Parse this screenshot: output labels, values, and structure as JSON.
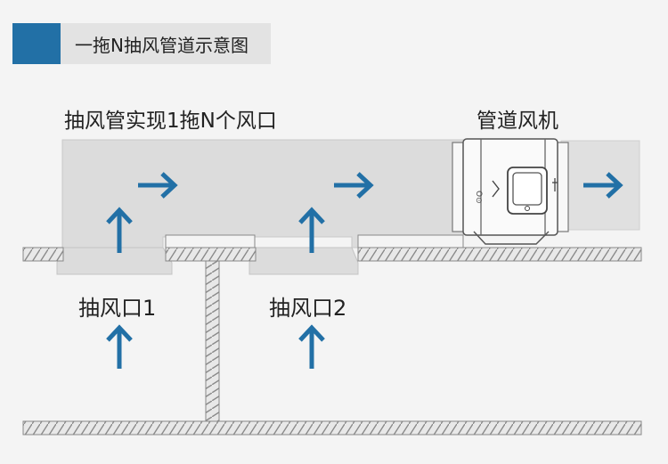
{
  "title": "一拖N抽风管道示意图",
  "labels": {
    "duct_caption": "抽风管实现1拖N个风口",
    "fan_caption": "管道风机",
    "outlet_1": "抽风口1",
    "outlet_2": "抽风口2"
  },
  "colors": {
    "accent": "#2270a6",
    "title_bar": "#e3e3e3",
    "duct": "#dcdcdc",
    "arrow": "#2270a6",
    "background": "#f4f4f4"
  }
}
